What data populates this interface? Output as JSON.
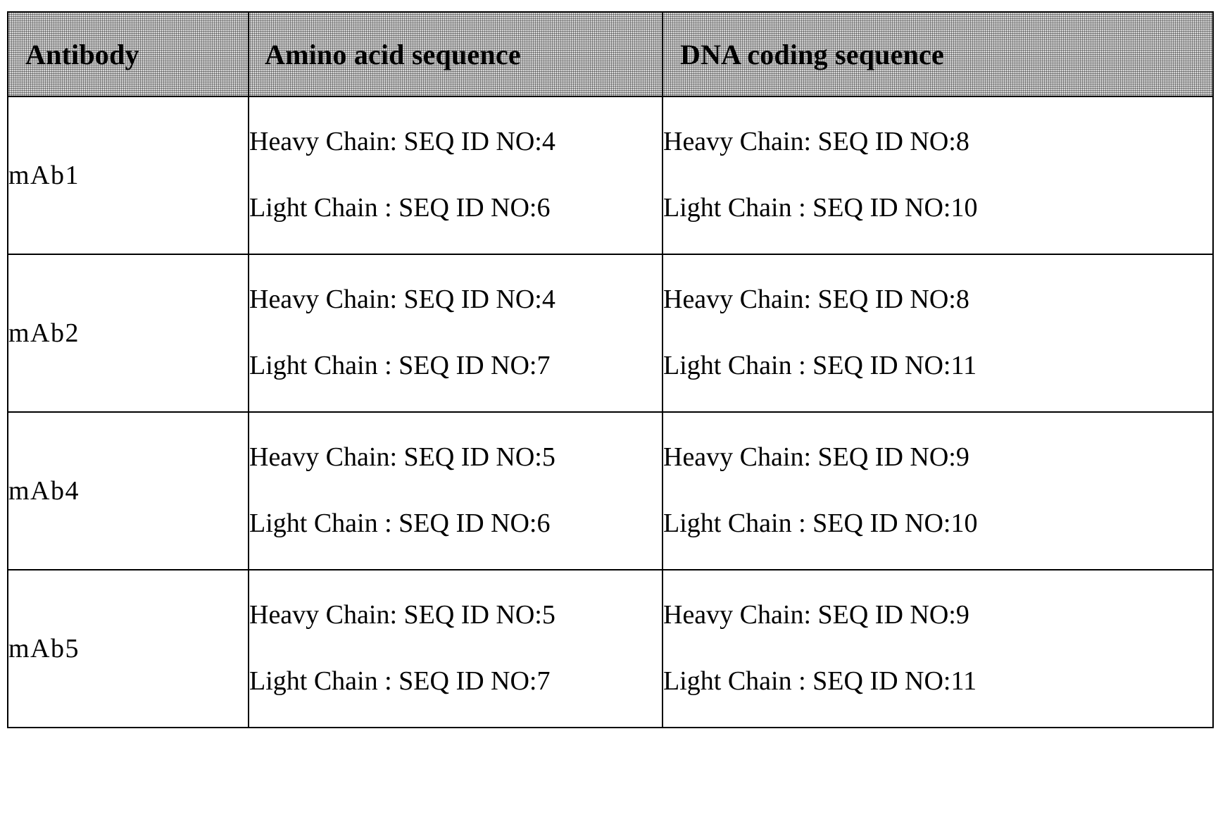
{
  "table": {
    "headers": [
      {
        "label": "Antibody"
      },
      {
        "label": "Amino acid sequence"
      },
      {
        "label": "DNA coding sequence"
      }
    ],
    "rows": [
      {
        "antibody": "mAb1",
        "amino_acid": {
          "heavy": "Heavy Chain: SEQ ID NO:4",
          "light": "Light Chain : SEQ ID NO:6"
        },
        "dna": {
          "heavy": "Heavy Chain: SEQ ID NO:8",
          "light": "Light Chain : SEQ ID NO:10"
        }
      },
      {
        "antibody": "mAb2",
        "amino_acid": {
          "heavy": "Heavy Chain: SEQ ID NO:4",
          "light": "Light Chain : SEQ ID NO:7"
        },
        "dna": {
          "heavy": "Heavy Chain: SEQ ID NO:8",
          "light": "Light Chain : SEQ ID NO:11"
        }
      },
      {
        "antibody": "mAb4",
        "amino_acid": {
          "heavy": "Heavy Chain: SEQ ID NO:5",
          "light": "Light Chain : SEQ ID NO:6"
        },
        "dna": {
          "heavy": "Heavy Chain: SEQ ID NO:9",
          "light": "Light Chain : SEQ ID NO:10"
        }
      },
      {
        "antibody": "mAb5",
        "antibody_note": "",
        "amino_acid": {
          "heavy": "Heavy Chain: SEQ ID NO:5",
          "light": "Light Chain : SEQ ID NO:7"
        },
        "dna": {
          "heavy": "Heavy Chain: SEQ ID NO:9",
          "light": "Light Chain : SEQ ID NO:11"
        }
      }
    ]
  },
  "colors": {
    "header_background": "#d6d6d6",
    "border": "#000000",
    "text": "#000000",
    "cell_background": "#ffffff"
  }
}
